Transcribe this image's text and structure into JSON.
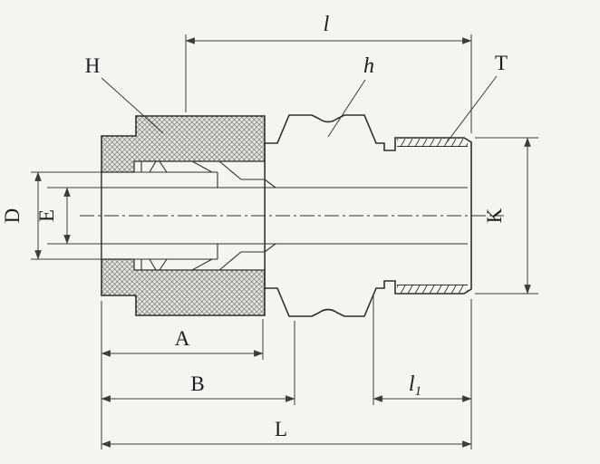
{
  "labels": {
    "thread_length": "l",
    "nut_hex": "H",
    "body_hex": "h",
    "thread": "T",
    "tube_bore_outer": "D",
    "bore_inner": "E",
    "thread_od": "K",
    "dim_a": "A",
    "dim_b": "B",
    "l1_base": "l",
    "l1_sub": "1",
    "overall_length": "L"
  },
  "colors": {
    "background": "#f5f4f1",
    "line": "#2f2f2f",
    "dim": "#3c3c3c",
    "hatch": "#7a7a7a"
  }
}
